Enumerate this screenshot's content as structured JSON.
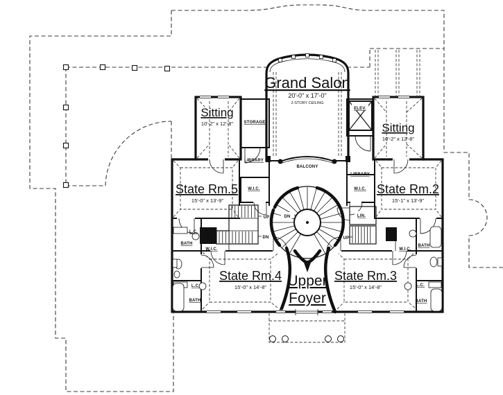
{
  "plan": {
    "rooms": {
      "grand_salon": {
        "name": "Grand Salon",
        "dims": "20'-0\" x 17'-0\"",
        "note": "2-STORY CEILING"
      },
      "sitting_left": {
        "name": "Sitting",
        "dims": "10'-2\" x 12'-8\""
      },
      "sitting_right": {
        "name": "Sitting",
        "dims": "10'-2\" x 12'-8\""
      },
      "state_rm_5": {
        "name": "State Rm.5",
        "dims": "15'-0\" x 13'-9\""
      },
      "state_rm_2": {
        "name": "State Rm.2",
        "dims": "15'-1\" x 13'-9\""
      },
      "state_rm_4": {
        "name": "State Rm.4",
        "dims": "15'-0\" x 14'-8\""
      },
      "state_rm_3": {
        "name": "State Rm.3",
        "dims": "15'-0\" x 14'-8\""
      },
      "upper_foyer": {
        "line1": "Upper",
        "line2": "Foyer"
      }
    },
    "labels": {
      "storage": "STORAGE",
      "elevator": "ELEV.",
      "library": "LIBRARY",
      "balcony": "BALCONY",
      "walk_in_closet": "W.I.C.",
      "bath": "BATH",
      "linen_cabinet": "L.C.",
      "linen": "LIN.",
      "up": "UP",
      "down": "DN"
    },
    "colors": {
      "ink": "#111111",
      "paper": "#ffffff"
    }
  }
}
